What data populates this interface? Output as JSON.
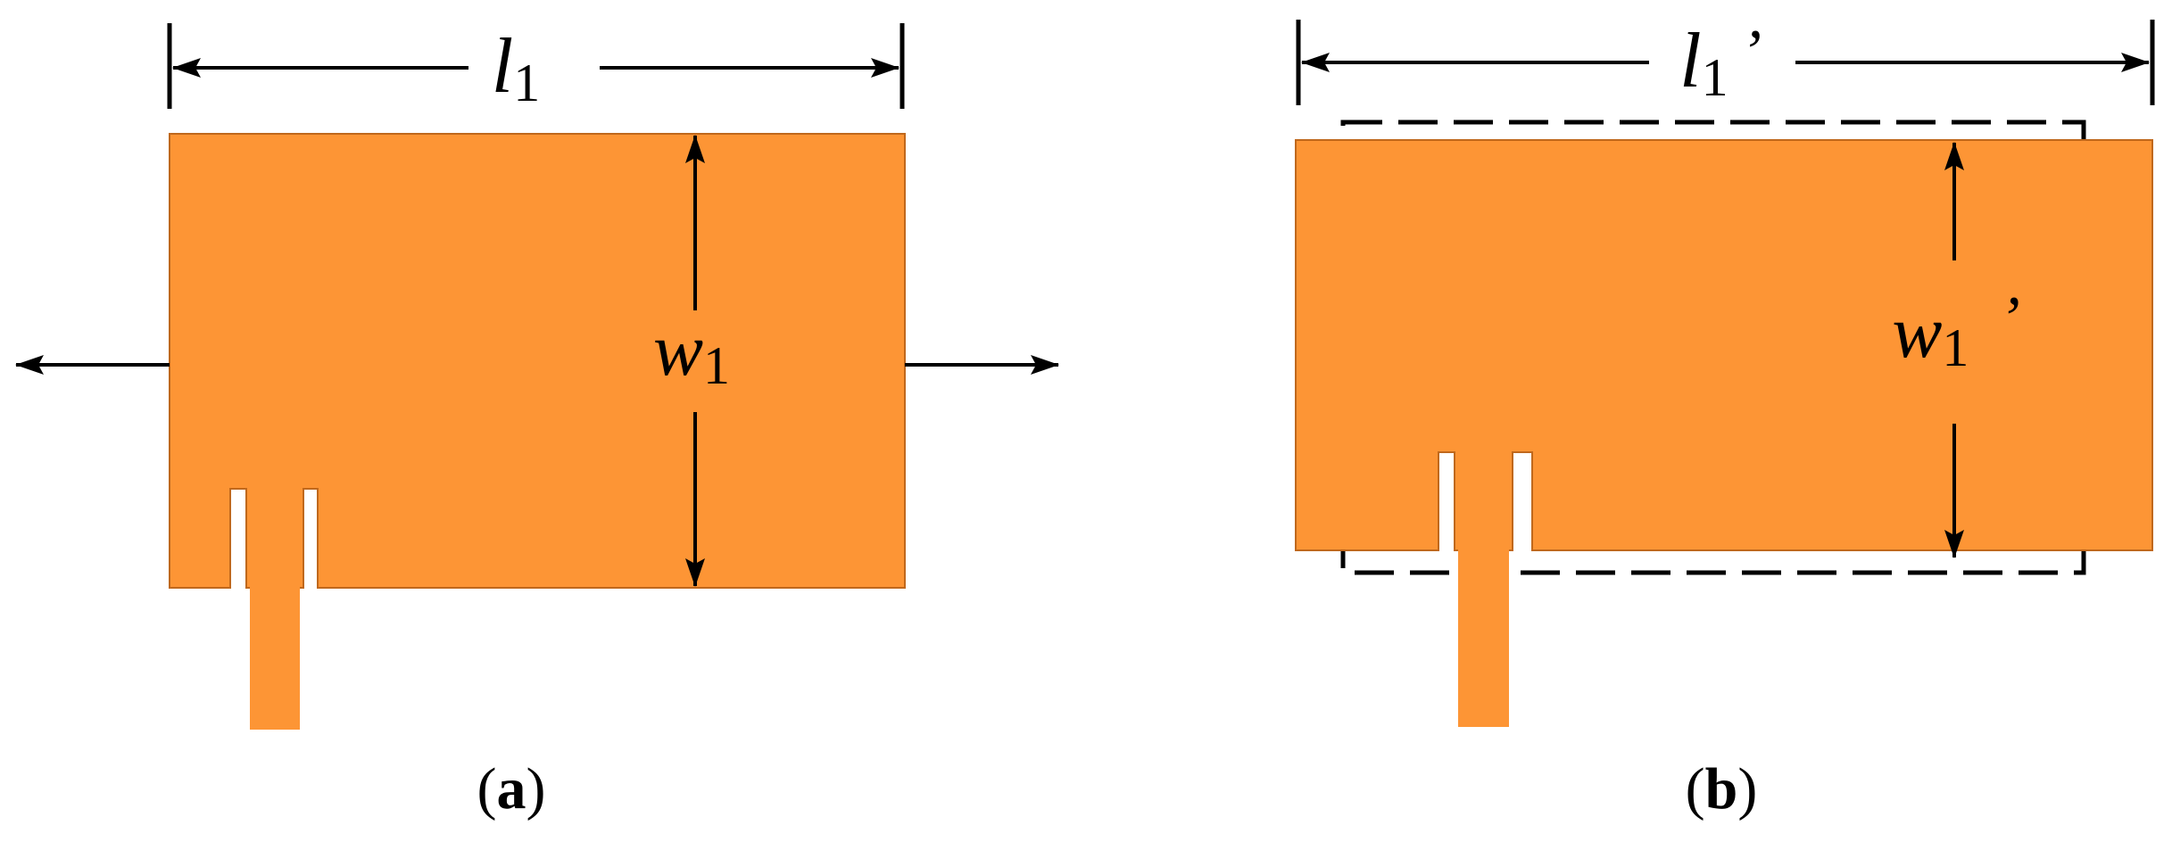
{
  "panel_a": {
    "length_label": "l",
    "length_subscript": "1",
    "width_label": "w",
    "width_subscript": "1",
    "caption_letter": "a"
  },
  "panel_b": {
    "length_label": "l",
    "length_subscript": "1",
    "length_prime": "’",
    "width_label": "w",
    "width_subscript": "1",
    "width_prime": "’",
    "caption_letter": "b"
  },
  "colors": {
    "patch_fill": "#fd9535",
    "patch_stroke": "#c0681c",
    "line": "#000000",
    "background": "#ffffff"
  }
}
